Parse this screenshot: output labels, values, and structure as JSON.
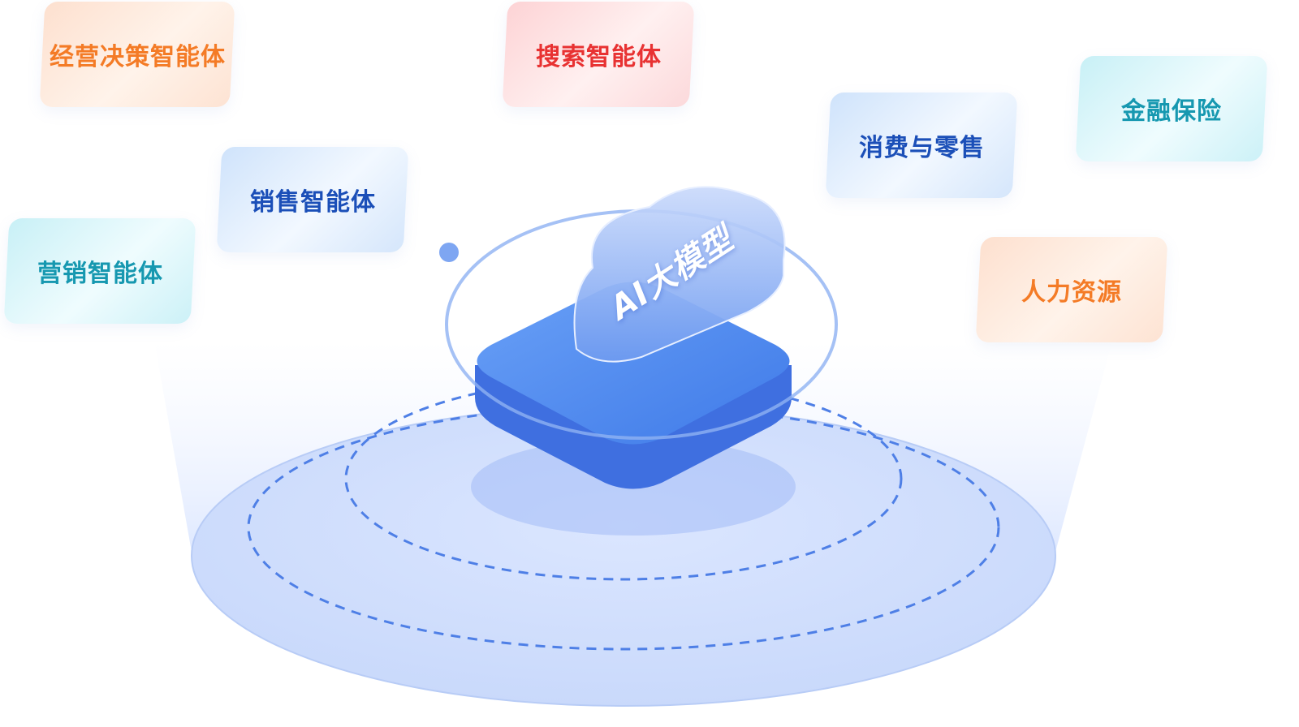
{
  "center": {
    "label": "AI大模型",
    "icon": "cloud-icon"
  },
  "cards": [
    {
      "label": "经营决策智能体",
      "tone": "orange"
    },
    {
      "label": "搜索智能体",
      "tone": "red"
    },
    {
      "label": "消费与零售",
      "tone": "blue"
    },
    {
      "label": "金融保险",
      "tone": "teal"
    },
    {
      "label": "销售智能体",
      "tone": "blue"
    },
    {
      "label": "营销智能体",
      "tone": "teal"
    },
    {
      "label": "人力资源",
      "tone": "orange"
    }
  ],
  "colors": {
    "orange": "#f47b26",
    "red": "#e83232",
    "blue": "#1b4fb8",
    "teal": "#1698b0",
    "primary": "#4a86ee"
  }
}
